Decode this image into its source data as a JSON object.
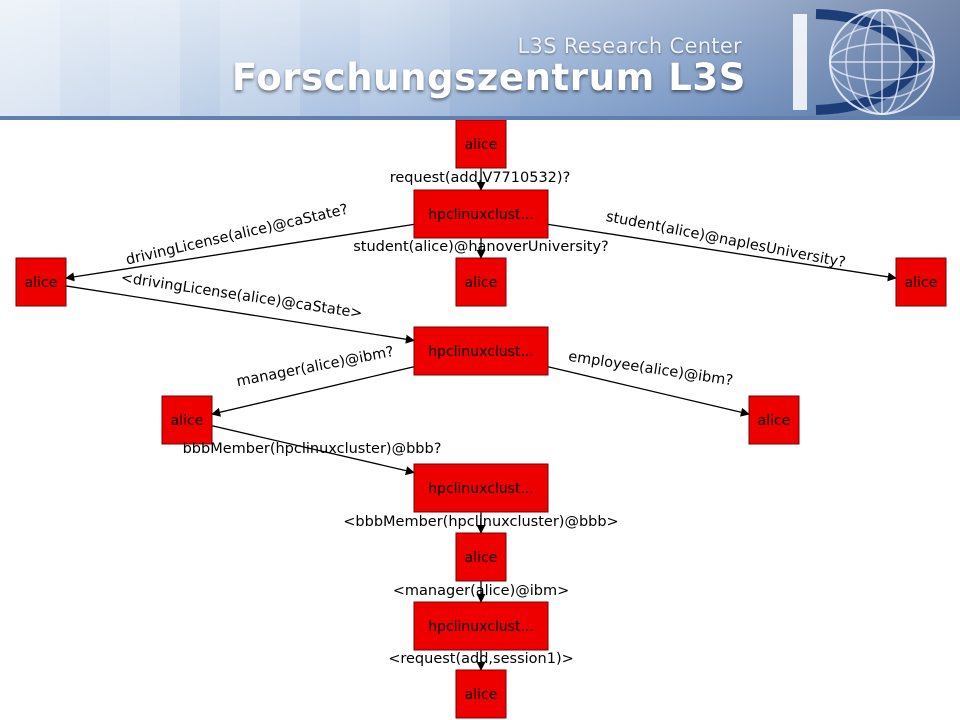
{
  "header": {
    "brand_small": "L3S Research Center",
    "brand_large": "Forschungszentrum L3S",
    "logo_icon": "l3s-globe-logo-icon"
  },
  "colors": {
    "node_fill": "#ee0000",
    "node_stroke": "#7a0000",
    "edge": "#000000",
    "header_bg": "#a9c1e0"
  },
  "nodes": [
    {
      "id": "n0",
      "label": "alice"
    },
    {
      "id": "n1",
      "label": "hpclinuxclust..."
    },
    {
      "id": "n2",
      "label": "alice"
    },
    {
      "id": "n3",
      "label": "alice"
    },
    {
      "id": "n4",
      "label": "alice"
    },
    {
      "id": "n5",
      "label": "hpclinuxclust..."
    },
    {
      "id": "n6",
      "label": "alice"
    },
    {
      "id": "n7",
      "label": "alice"
    },
    {
      "id": "n8",
      "label": "hpclinuxclust..."
    },
    {
      "id": "n9",
      "label": "alice"
    },
    {
      "id": "n10",
      "label": "hpclinuxclust..."
    },
    {
      "id": "n11",
      "label": "alice"
    }
  ],
  "edges": [
    {
      "from": "n0",
      "to": "n1",
      "label": "request(add,V7710532)?"
    },
    {
      "from": "n1",
      "to": "n2",
      "label": "drivingLicense(alice)@caState?"
    },
    {
      "from": "n1",
      "to": "n3",
      "label": "student(alice)@hanoverUniversity?"
    },
    {
      "from": "n1",
      "to": "n4",
      "label": "student(alice)@naplesUniversity?"
    },
    {
      "from": "n2",
      "to": "n5",
      "label": "<drivingLicense(alice)@caState>"
    },
    {
      "from": "n5",
      "to": "n6",
      "label": "manager(alice)@ibm?"
    },
    {
      "from": "n5",
      "to": "n7",
      "label": "employee(alice)@ibm?"
    },
    {
      "from": "n6",
      "to": "n8",
      "label": "bbbMember(hpclinuxcluster)@bbb?"
    },
    {
      "from": "n8",
      "to": "n9",
      "label": "<bbbMember(hpclinuxcluster)@bbb>"
    },
    {
      "from": "n9",
      "to": "n10",
      "label": "<manager(alice)@ibm>"
    },
    {
      "from": "n10",
      "to": "n11",
      "label": "<request(add,session1)>"
    }
  ]
}
